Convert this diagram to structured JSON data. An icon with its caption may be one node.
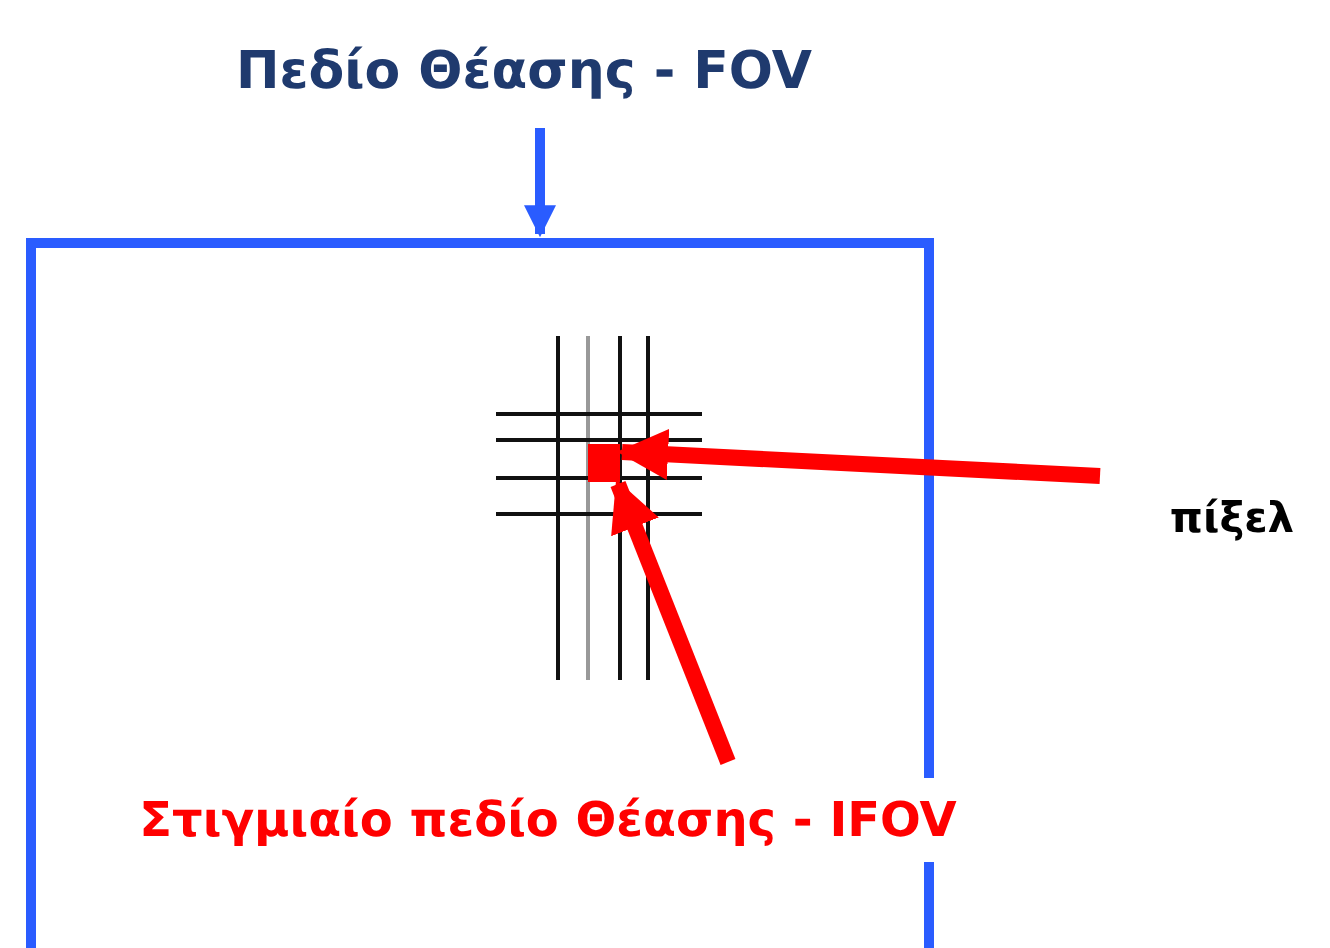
{
  "diagram": {
    "nodes": [
      {
        "text": [
          "Πεδίο Θέασης - FOV"
        ]
      },
      {
        "text": [],
        "shape": "box"
      },
      {
        "text": [],
        "shape": "box",
        "in": 1
      },
      {
        "text": [
          "πίξελ"
        ]
      },
      {
        "text": [
          "Στιγμιαίο πεδίο Θέασης - IFOV"
        ]
      }
    ],
    "edges": [
      {
        "from": 0,
        "to": 1,
        "arrow": "to",
        "color": "#2a5cff"
      },
      {
        "from": 3,
        "to": 2,
        "arrow": "to"
      },
      {
        "from": 4,
        "to": 2,
        "arrow": "to"
      }
    ]
  }
}
